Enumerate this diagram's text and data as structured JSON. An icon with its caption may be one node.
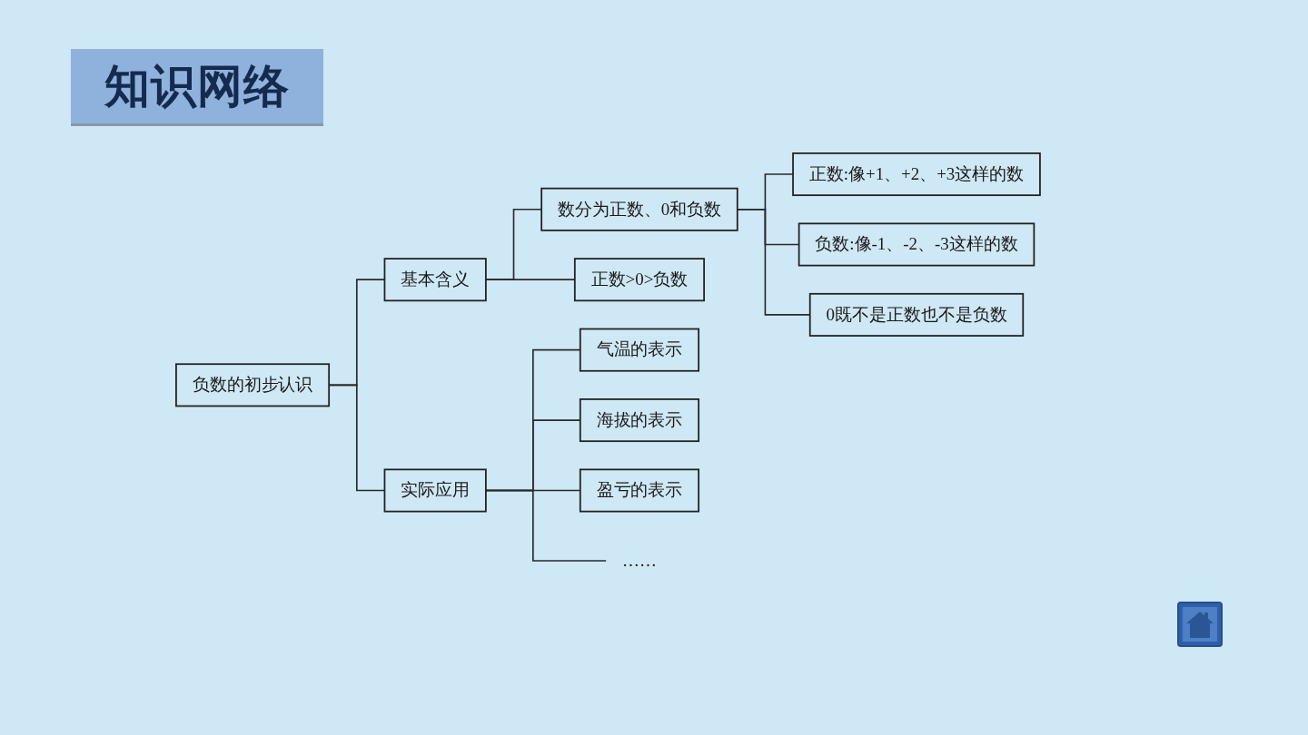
{
  "diagram": {
    "title": "知识网络",
    "nodes": [
      {
        "text": [
          "负数的初步认识"
        ]
      },
      {
        "text": [
          "基本含义"
        ]
      },
      {
        "text": [
          "实际应用"
        ]
      },
      {
        "text": [
          "数分为正数、0和负数"
        ]
      },
      {
        "text": [
          "正数>0>负数"
        ]
      },
      {
        "text": [
          "正数:像+1、+2、+3这样的数"
        ]
      },
      {
        "text": [
          "负数:像-1、-2、-3这样的数"
        ]
      },
      {
        "text": [
          "0既不是正数也不是负数"
        ]
      },
      {
        "text": [
          "气温的表示"
        ]
      },
      {
        "text": [
          "海拔的表示"
        ]
      },
      {
        "text": [
          "盈亏的表示"
        ]
      },
      {
        "text": [
          "……"
        ]
      }
    ],
    "edges": [
      {
        "from": 0,
        "to": 1,
        "arrow": "none"
      },
      {
        "from": 0,
        "to": 2,
        "arrow": "none"
      },
      {
        "from": 1,
        "to": 3,
        "arrow": "none"
      },
      {
        "from": 1,
        "to": 4,
        "arrow": "none"
      },
      {
        "from": 3,
        "to": 5,
        "arrow": "none"
      },
      {
        "from": 3,
        "to": 6,
        "arrow": "none"
      },
      {
        "from": 3,
        "to": 7,
        "arrow": "none"
      },
      {
        "from": 2,
        "to": 8,
        "arrow": "none"
      },
      {
        "from": 2,
        "to": 9,
        "arrow": "none"
      },
      {
        "from": 2,
        "to": 10,
        "arrow": "none"
      },
      {
        "from": 2,
        "to": 11,
        "arrow": "none"
      }
    ]
  }
}
